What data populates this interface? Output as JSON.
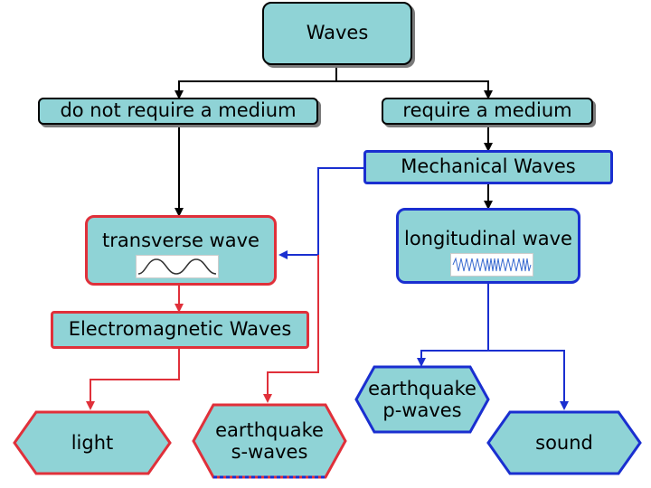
{
  "nodes": {
    "waves": "Waves",
    "no_medium": "do not require a medium",
    "medium": "require a medium",
    "mechanical": "Mechanical Waves",
    "transverse": "transverse wave",
    "longitudinal": "longitudinal wave",
    "electromagnetic": "Electromagnetic Waves",
    "light": "light",
    "s_waves_line1": "earthquake",
    "s_waves_line2": "s-waves",
    "p_waves_line1": "earthquake",
    "p_waves_line2": "p-waves",
    "sound": "sound"
  },
  "colors": {
    "box_fill": "#8fd3d6",
    "red_connector": "#e0303a",
    "blue_connector": "#1a2fd0",
    "black_connector": "#000000"
  }
}
